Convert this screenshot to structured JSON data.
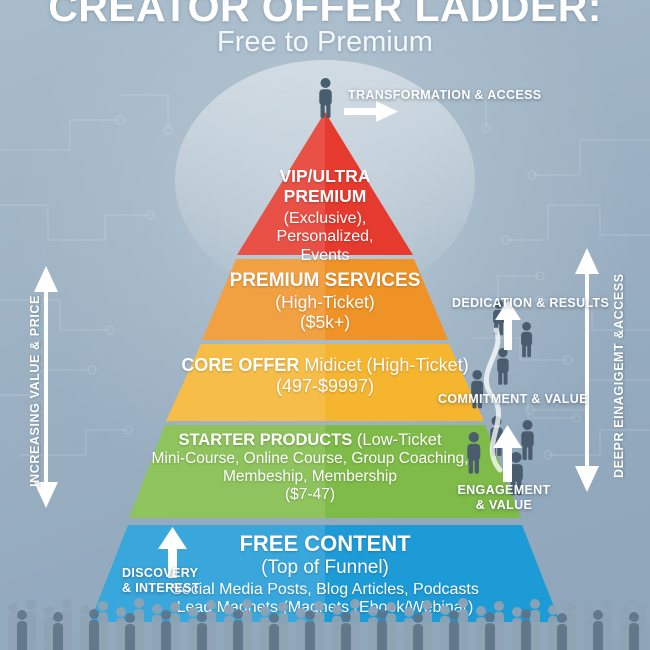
{
  "header": {
    "title": "CREATOR OFFER LADDER:",
    "subtitle": "Free to Premium"
  },
  "axis_labels": {
    "left": "INCREASING VALUE & PRICE",
    "right": "DEEPR EINAGIGEMT &ACCESS"
  },
  "callouts": {
    "top": "TRANSFORMATION & ACCESS",
    "dedication": "DEDICATION & RESULTS",
    "commitment": "COMMITMENT & VALUE",
    "engagement_line1": "ENGAGEMENT",
    "engagement_line2": "& VALUE",
    "discovery_line1": "DISCOVERY",
    "discovery_line2": "& INTEREST"
  },
  "pyramid": {
    "tiers": [
      {
        "id": "vip",
        "name": "VIP/ULTRA",
        "name2": "PREMIUM",
        "lines": [
          "(Exclusive),",
          "Personalized,",
          "Events"
        ],
        "color": "#e63a2e"
      },
      {
        "id": "premium-services",
        "name": "PREMIUM SERVICES",
        "lines": [
          "(High-Ticket)",
          "($5k+)"
        ],
        "color": "#ef9327"
      },
      {
        "id": "core-offer",
        "name": "CORE OFFER",
        "name_tail": " Midicet (High-Ticket)",
        "lines": [
          "(497-$9997)"
        ],
        "color": "#f5b52f"
      },
      {
        "id": "starter-products",
        "name": "STARTER PRODUCTS",
        "name_tail": " (Low-Ticket",
        "lines": [
          "Mini-Course, Online Course, Group Coaching,",
          "Membeship, Membership",
          "($7-47)"
        ],
        "color": "#7fbb48"
      },
      {
        "id": "free-content",
        "name": "FREE CONTENT",
        "lines": [
          "(Top of Funnel)",
          "Social Media Posts, Blog Articles, Podcasts",
          "Lead Magnets (Magnets (Ebook/Webinar)"
        ],
        "color": "#1d9bd7"
      }
    ]
  },
  "colors": {
    "background": "#9fb4c5",
    "tier_red": "#e63a2e",
    "tier_orange": "#ef9327",
    "tier_amber": "#f5b52f",
    "tier_green": "#7fbb48",
    "tier_blue": "#1d9bd7",
    "figure": "#4a5d6e",
    "crowd": "#8fa3b3",
    "text": "#ffffff"
  }
}
